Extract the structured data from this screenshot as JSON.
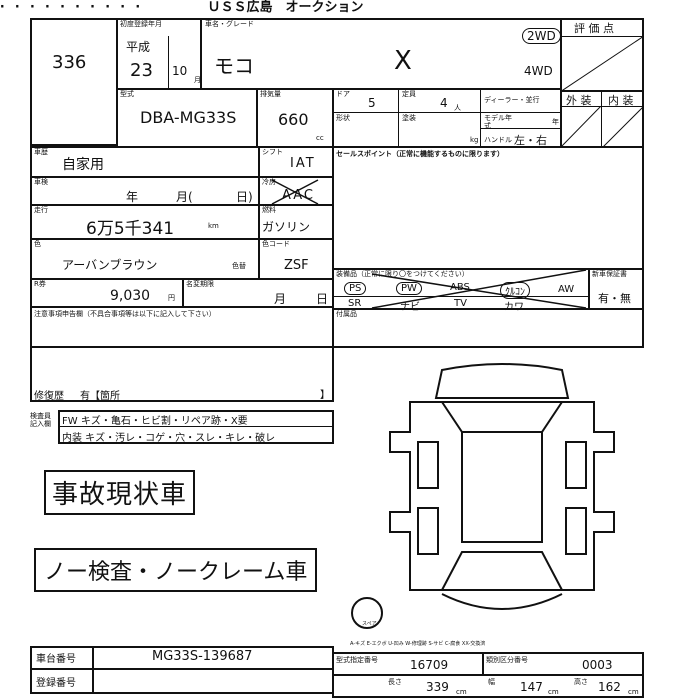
{
  "header": {
    "text": "ＵＳＳ広島　オークション"
  },
  "lot": {
    "number": "336"
  },
  "registration": {
    "label": "初度登録年月",
    "era": "平成",
    "year": "23",
    "month": "10",
    "month_unit": "月"
  },
  "car": {
    "name_label": "車名・グレード",
    "name": "モコ",
    "grade": "X",
    "drive_2wd": "2WD",
    "drive_4wd": "4WD"
  },
  "rating": {
    "label": "評 価 点"
  },
  "model": {
    "label": "型式",
    "value": "DBA-MG33S"
  },
  "displacement": {
    "label": "排気量",
    "value": "660",
    "unit": "cc"
  },
  "doors": {
    "label": "ドア",
    "value": "5"
  },
  "seats": {
    "label": "定員",
    "value": "4",
    "unit": "人"
  },
  "dealer": {
    "label": "ディーラー・並行"
  },
  "model_year": {
    "label": "モデル年式",
    "unit": "年"
  },
  "shape": {
    "label": "形状"
  },
  "paint": {
    "label": "塗装"
  },
  "weight_unit": "kg",
  "steering": {
    "label": "ハンドル",
    "value": "左・右"
  },
  "grades_side": {
    "exterior": "外 装",
    "interior": "内 装"
  },
  "usage": {
    "label": "車歴",
    "value": "自家用"
  },
  "shift": {
    "label": "シフト",
    "value": "IAT"
  },
  "inspection": {
    "label": "車検",
    "year": "年",
    "month": "月(",
    "day": "日)"
  },
  "ac": {
    "label": "冷房",
    "value": "AAC"
  },
  "mileage": {
    "label": "走行",
    "value": "6万5千341",
    "unit": "km"
  },
  "fuel": {
    "label": "燃料",
    "value": "ガソリン"
  },
  "color": {
    "label": "色",
    "value": "アーバンブラウン",
    "replace_label": "色替"
  },
  "color_code": {
    "label": "色コード",
    "value": "ZSF"
  },
  "recycle": {
    "label": "R券",
    "value": "9,030",
    "unit": "円"
  },
  "name_change": {
    "label": "名変期限",
    "month": "月",
    "day": "日"
  },
  "sales_point": {
    "label": "セールスポイント（正常に機能するものに限ります）"
  },
  "equipment": {
    "label": "装備品（正常に限り〇をつけてください）",
    "items": [
      "PS",
      "PW",
      "ABS",
      "ｸﾙｺﾝ",
      "AW",
      "SR",
      "ナビ",
      "TV",
      "カワ"
    ]
  },
  "bonus": {
    "label": "新車保証書",
    "value": "有・無"
  },
  "notes": {
    "label": "注意事項申告欄（不具合事項等は以下に記入して下さい）"
  },
  "accessories": {
    "label": "付属品"
  },
  "repair": {
    "label": "修復歴",
    "value": "有【箇所",
    "close": "】"
  },
  "inspector_notes": {
    "label": "検査員記入欄",
    "fw": "FW キズ・亀石・ヒビ割・リペア跡・X要",
    "interior": "内装 キズ・汚レ・コゲ・穴・スレ・キレ・破レ"
  },
  "stamps": {
    "accident": "事故現状車",
    "no_claim": "ノー検査・ノークレーム車"
  },
  "legend": {
    "text": "A-キズ E-エクボ U-凹み W-修理跡 S-サビ C-腐食 XX-交換済"
  },
  "chassis": {
    "label": "車台番号",
    "value": "MG33S-139687"
  },
  "reg_number": {
    "label": "登録番号"
  },
  "type_designation": {
    "label": "型式指定番号",
    "value": "16709"
  },
  "category_number": {
    "label": "類別区分番号",
    "value": "0003"
  },
  "dimensions": {
    "length_label": "長さ",
    "length": "339",
    "length_unit": "cm",
    "width_label": "幅",
    "width": "147",
    "width_unit": "cm",
    "height_label": "高さ",
    "height": "162",
    "height_unit": "cm"
  },
  "spare": {
    "label": "スペア"
  }
}
